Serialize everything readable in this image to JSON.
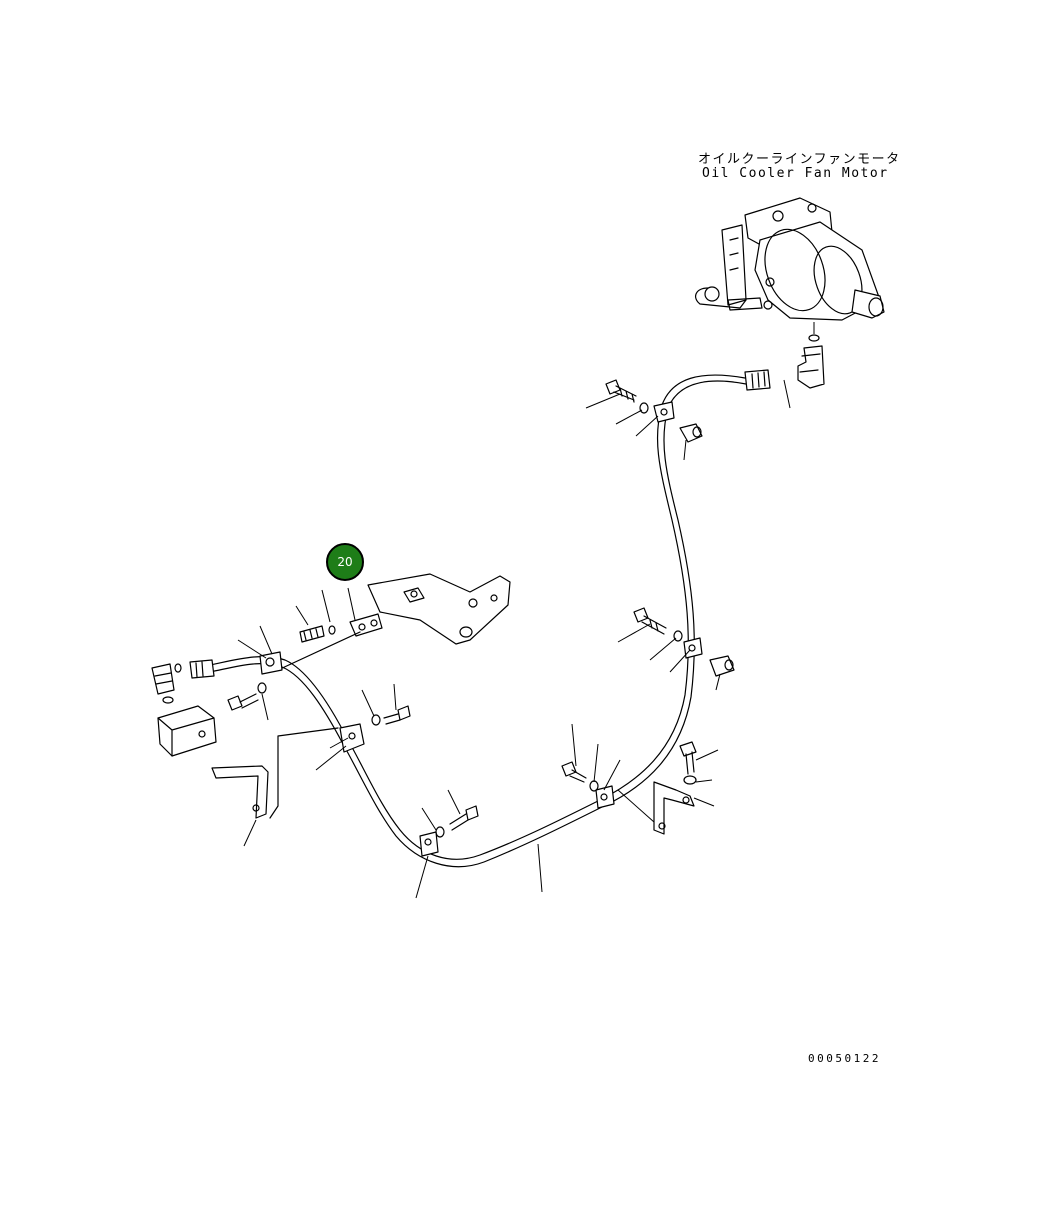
{
  "motor_label": {
    "japanese": "オイルクーラインファンモータ",
    "english": "Oil Cooler Fan Motor"
  },
  "callout": {
    "number": "20",
    "color": "#1e7d18"
  },
  "reference_number": "00050122"
}
